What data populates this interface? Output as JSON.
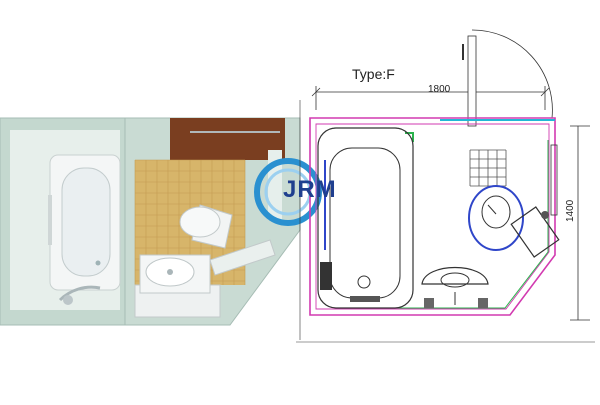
{
  "diagram": {
    "type_label": "Type:F",
    "width_dimension": "1800",
    "height_dimension": "1400"
  },
  "logo": {
    "text": "JRM",
    "color": "#1f3f8f",
    "ring_color": "#2a90d0"
  },
  "colors": {
    "wall_outline": "#d23ab0",
    "fixture_blue": "#2f46c9",
    "pipe_green": "#2ab34c",
    "floor_tile": "#d7b56a",
    "wood_panel": "#7a3e20",
    "render_wall": "#b8cfc5"
  }
}
